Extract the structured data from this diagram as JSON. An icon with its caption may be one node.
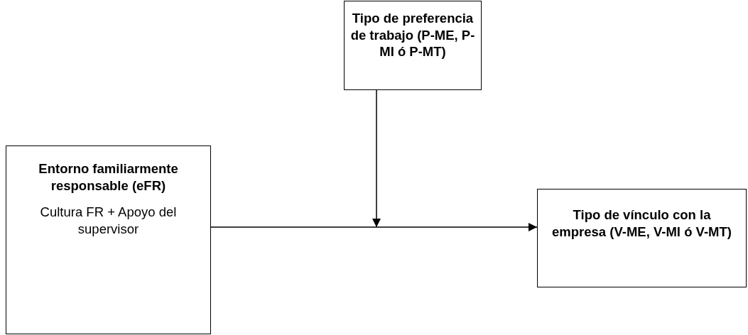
{
  "diagram": {
    "nodes": [
      {
        "text": [
          "Tipo de preferencia de trabajo (P-ME, P-MI ó P-MT)"
        ]
      },
      {
        "text": [
          "Entorno familiarmente responsable (eFR)",
          "Cultura FR + Apoyo del supervisor"
        ]
      },
      {
        "text": [
          "Tipo de vínculo con la empresa (V-ME, V-MI ó V-MT)"
        ]
      }
    ],
    "edges": [
      {
        "from": 1,
        "to": 2,
        "arrow": "to"
      },
      {
        "from": 0,
        "to": null,
        "arrow": "to"
      }
    ]
  }
}
